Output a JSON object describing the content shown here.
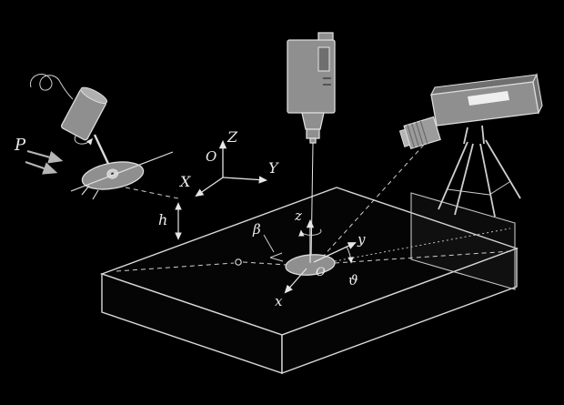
{
  "diagram": {
    "type": "laser-camera-metrology-setup",
    "colors": {
      "background": "#000000",
      "line": "#e6e6e6",
      "device_fill": "#8f8f8f",
      "highlight_fill": "#f0f0f0"
    },
    "labels": {
      "probe_point": "P",
      "height": "h",
      "world_origin": "O",
      "world_axis_x": "X",
      "world_axis_y": "Y",
      "world_axis_z": "Z",
      "target_origin": "O",
      "target_axis_x": "x",
      "target_axis_y": "y",
      "target_axis_z": "z",
      "angle_beta": "β",
      "angle_theta": "ϑ"
    }
  }
}
